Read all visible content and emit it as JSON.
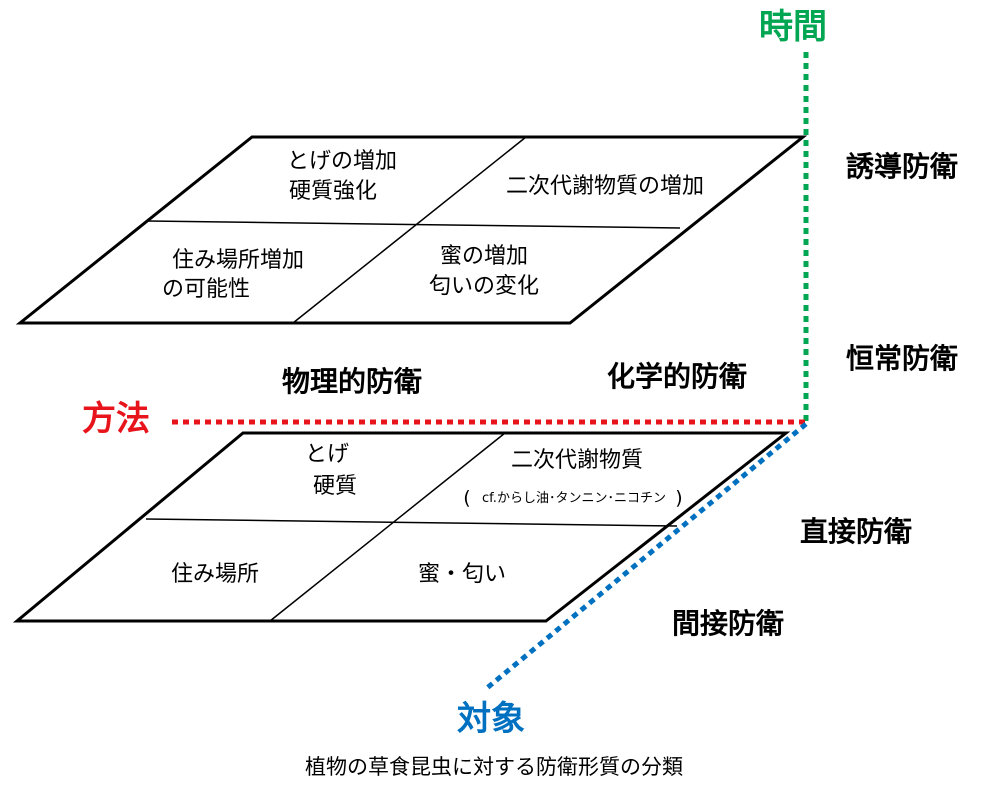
{
  "axes": {
    "time": {
      "label": "時間",
      "color": "#00A651"
    },
    "method": {
      "label": "方法",
      "color": "#E8141B"
    },
    "target": {
      "label": "対象",
      "color": "#0070C0"
    }
  },
  "time_labels": {
    "induced": "誘導防衛",
    "constitutive": "恒常防衛"
  },
  "method_labels": {
    "physical": "物理的防衛",
    "chemical": "化学的防衛"
  },
  "target_labels": {
    "direct": "直接防衛",
    "indirect": "間接防衛"
  },
  "upper_plane": {
    "top_left": [
      "とげの増加",
      "硬質強化"
    ],
    "top_right": "二次代謝物質の増加",
    "bottom_left": [
      "住み場所増加",
      "の可能性"
    ],
    "bottom_right": [
      "蜜の増加",
      "匂いの変化"
    ]
  },
  "lower_plane": {
    "top_left": [
      "とげ",
      "硬質"
    ],
    "top_right": "二次代謝物質",
    "top_right_note_open": "(",
    "top_right_note": "cf.からし油･タンニン･ニコチン",
    "top_right_note_close": ")",
    "bottom_left": "住み場所",
    "bottom_right": "蜜・匂い"
  },
  "caption": "植物の草食昆虫に対する防衛形質の分類"
}
